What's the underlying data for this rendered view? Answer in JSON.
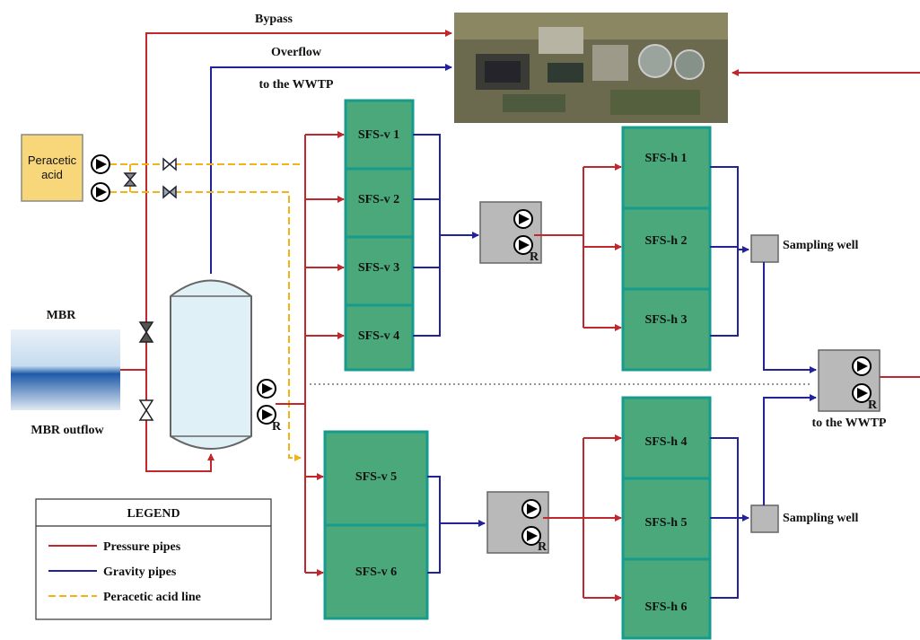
{
  "labels": {
    "bypass": "Bypass",
    "overflow": "Overflow",
    "to_wwtp_top": "to the WWTP",
    "peracetic_line1": "Peracetic",
    "peracetic_line2": "acid",
    "mbr": "MBR",
    "mbr_outflow": "MBR outflow",
    "to_wwtp_right": "to the WWTP",
    "sampling_well_1": "Sampling well",
    "sampling_well_2": "Sampling well",
    "pump_r": "R"
  },
  "filters_v": [
    "SFS-v 1",
    "SFS-v 2",
    "SFS-v 3",
    "SFS-v 4",
    "SFS-v 5",
    "SFS-v 6"
  ],
  "filters_h": [
    "SFS-h 1",
    "SFS-h 2",
    "SFS-h 3",
    "SFS-h 4",
    "SFS-h 5",
    "SFS-h 6"
  ],
  "legend": {
    "title": "LEGEND",
    "items": [
      {
        "label": "Pressure pipes",
        "type": "pressure"
      },
      {
        "label": "Gravity pipes",
        "type": "gravity"
      },
      {
        "label": "Peracetic acid line",
        "type": "acid"
      }
    ]
  },
  "colors": {
    "pressure": "#c0282d",
    "gravity": "#22229a",
    "acid": "#f2b21b",
    "filter_fill": "#4aa87a",
    "filter_border": "#179b8f",
    "tank_fill": "#dff1f6",
    "acid_box": "#f8d77a",
    "pump_box": "#b9b9b9"
  },
  "icons": [
    "aerial-photo-wwtp",
    "mbr-photo",
    "pump-icon",
    "valve-icon"
  ]
}
